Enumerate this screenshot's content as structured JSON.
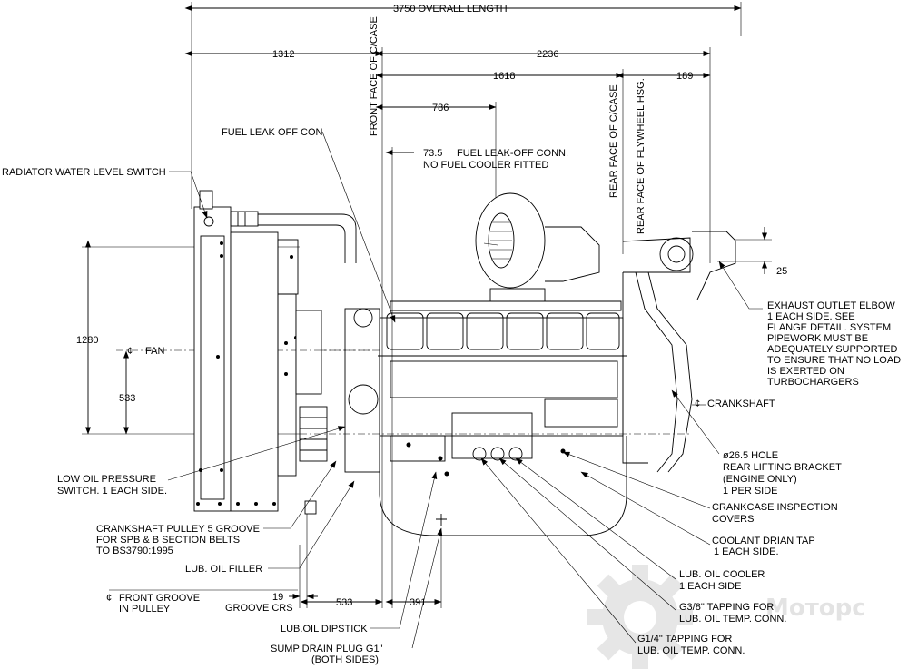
{
  "dimensions": {
    "overall": "3750 OVERALL LENGTH",
    "d1312": "1312",
    "d2236": "2236",
    "d1618": "1618",
    "d189": "189",
    "d786": "786",
    "d73_5": "73.5",
    "d1280": "1280",
    "d533v": "533",
    "d25": "25",
    "d19": "19",
    "d533h": "533",
    "d391": "391"
  },
  "vertical_labels": {
    "front_face": "FRONT FACE OF C/CASE",
    "rear_face_case": "REAR FACE OF C/CASE",
    "rear_face_flywheel": "REAR FACE OF FLYWHEEL HSG."
  },
  "callouts": {
    "fuel_leak_off_con": "FUEL LEAK OFF CON",
    "fuel_leak_off_conn_1": "FUEL LEAK-OFF CONN.",
    "fuel_leak_off_conn_2": "NO FUEL COOLER FITTED",
    "radiator_switch": "RADIATOR WATER LEVEL SWITCH",
    "fan": "FAN",
    "low_oil_1": "LOW OIL PRESSURE",
    "low_oil_2": "SWITCH. 1 EACH SIDE.",
    "pulley_1": "CRANKSHAFT PULLEY 5 GROOVE",
    "pulley_2": "FOR SPB & B SECTION BELTS",
    "pulley_3": "TO BS3790:1995",
    "lub_filler": "LUB. OIL FILLER",
    "front_groove_1": "FRONT GROOVE",
    "front_groove_2": "IN PULLEY",
    "groove_crs": "GROOVE CRS",
    "dipstick": "LUB.OIL DIPSTICK",
    "sump_1": "SUMP DRAIN PLUG G1\"",
    "sump_2": "(BOTH SIDES)",
    "exhaust_1": "EXHAUST OUTLET ELBOW",
    "exhaust_2": "1 EACH SIDE. SEE",
    "exhaust_3": "FLANGE DETAIL. SYSTEM",
    "exhaust_4": "PIPEWORK MUST BE",
    "exhaust_5": "ADEQUATELY SUPPORTED",
    "exhaust_6": "TO ENSURE THAT NO LOAD",
    "exhaust_7": "IS EXERTED ON",
    "exhaust_8": "TURBOCHARGERS",
    "crankshaft": "CRANKSHAFT",
    "hole_1": "ø26.5 HOLE",
    "hole_2": "REAR LIFTING BRACKET",
    "hole_3": "(ENGINE ONLY)",
    "hole_4": "1 PER SIDE",
    "inspection_1": "CRANKCASE INSPECTION",
    "inspection_2": "COVERS",
    "coolant_1": "COOLANT DRIAN TAP",
    "coolant_2": "1 EACH SIDE.",
    "oil_cooler_1": "LUB. OIL COOLER",
    "oil_cooler_2": "1 EACH SIDE",
    "g38_1": "G3/8\" TAPPING FOR",
    "g38_2": "LUB. OIL TEMP. CONN.",
    "g14_1": "G1/4\" TAPPING FOR",
    "g14_2": "LUB. OIL TEMP. CONN."
  },
  "symbols": {
    "centerline": "¢"
  },
  "watermark": {
    "text": "Моторс"
  }
}
